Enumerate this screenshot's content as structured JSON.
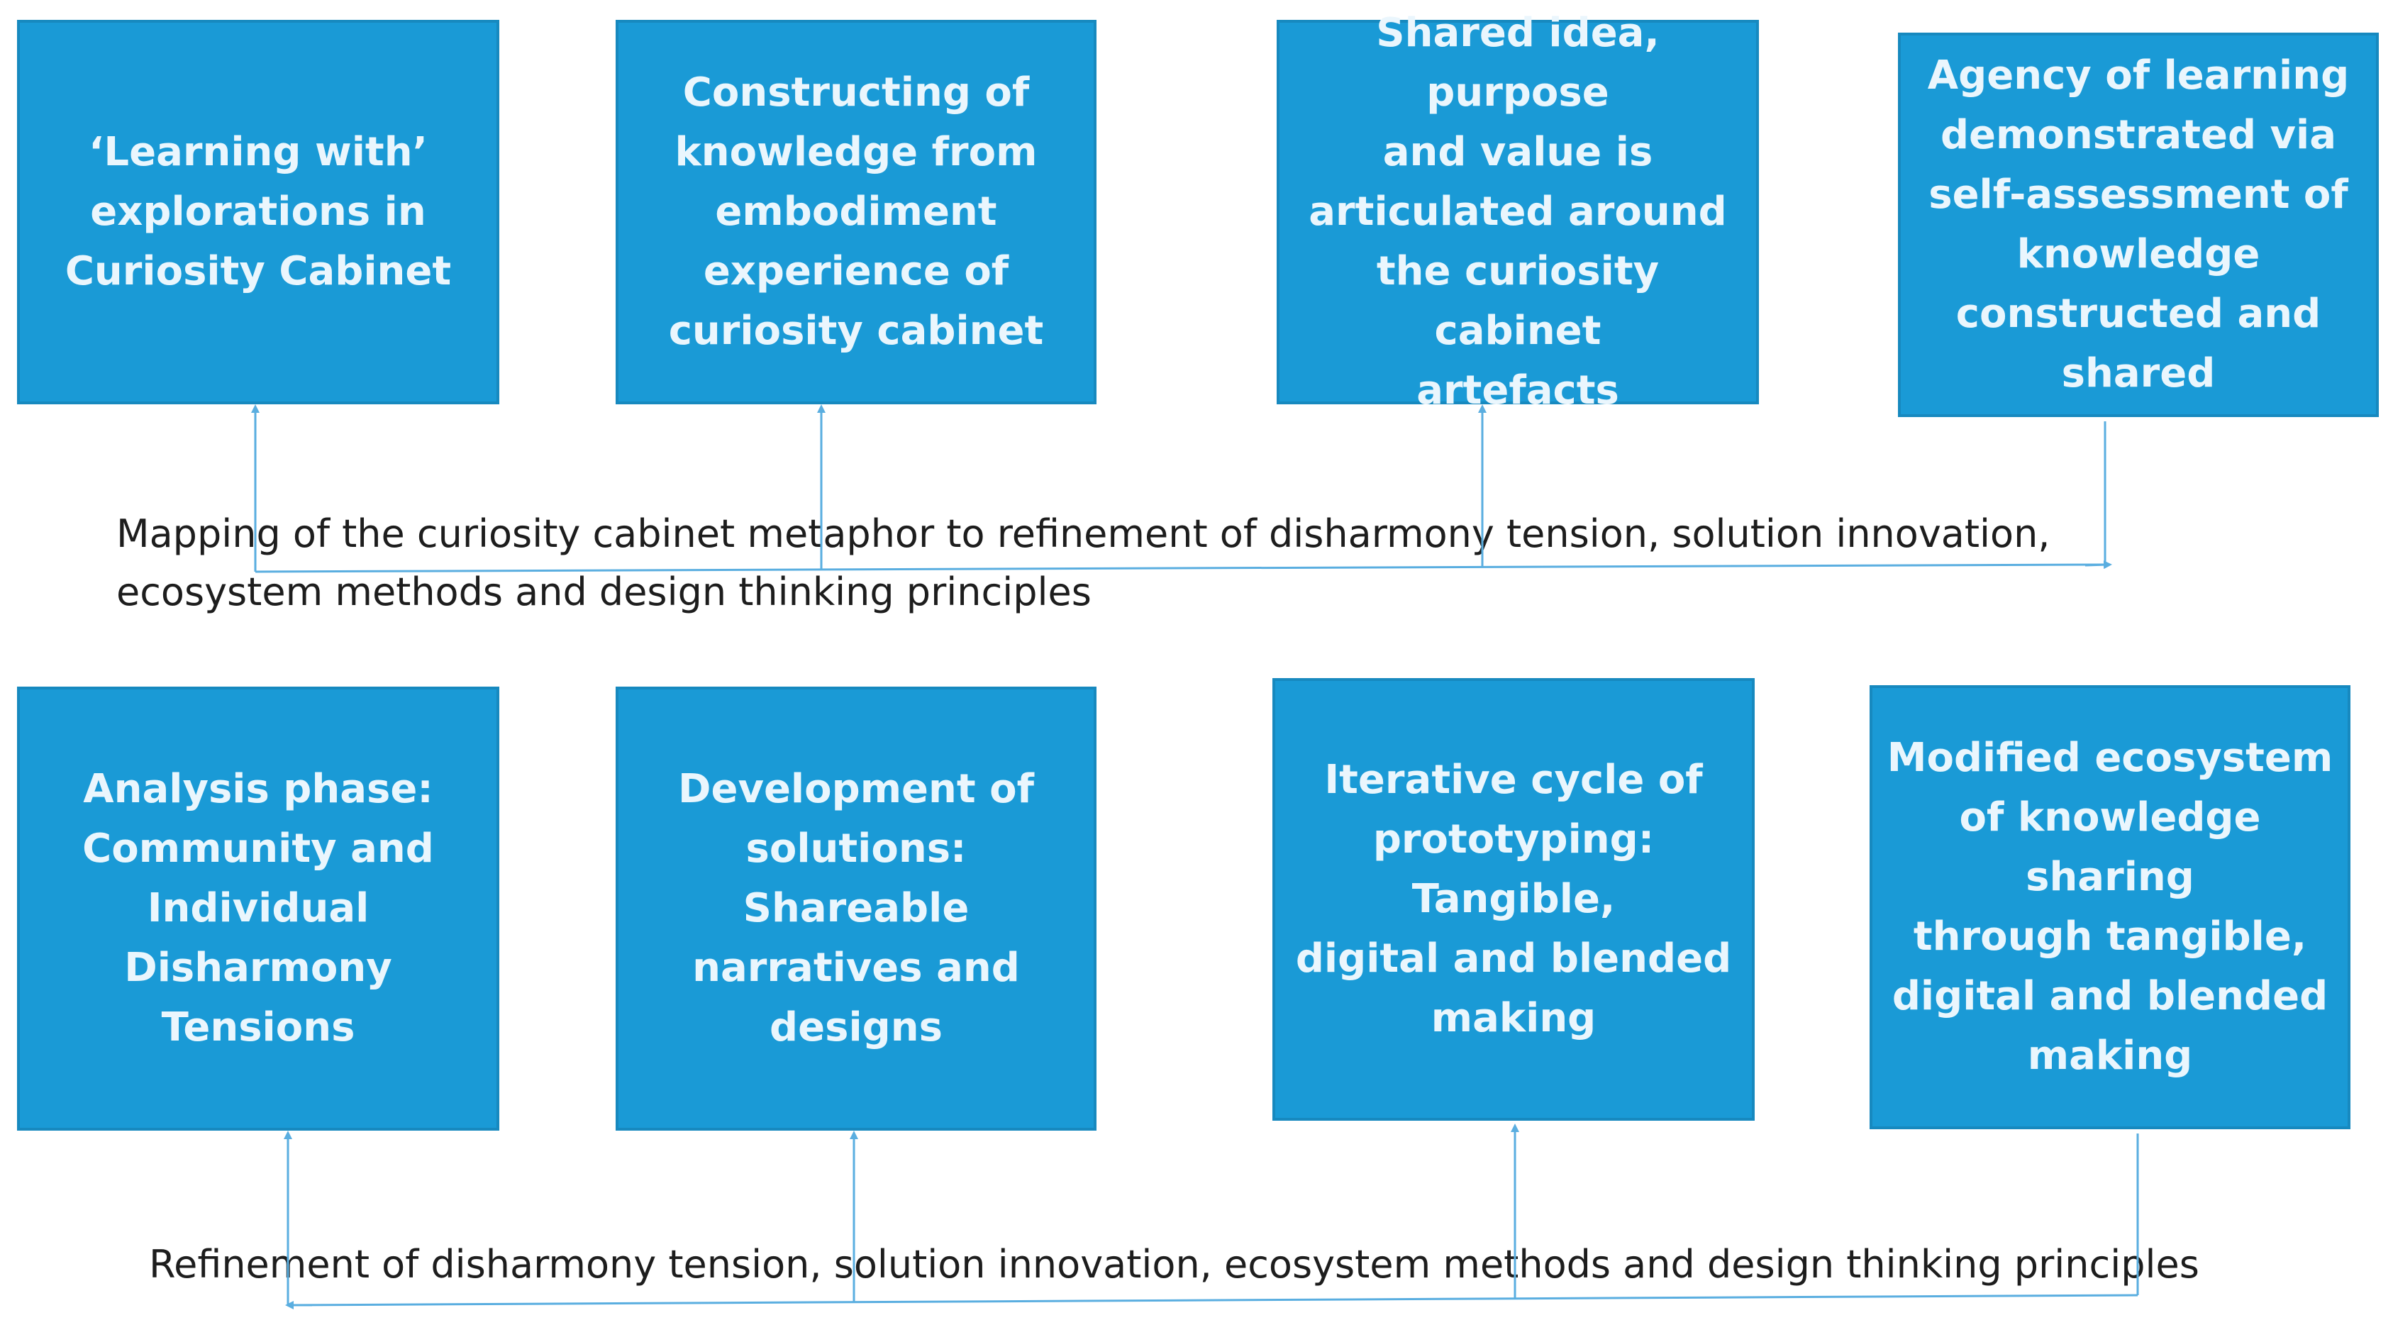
{
  "top_row": [
    {
      "text": "‘Learning with’\nexplorations in\nCuriosity Cabinet"
    },
    {
      "text": "Constructing of\nknowledge from\nembodiment\nexperience of\ncuriosity cabinet"
    },
    {
      "text": "Shared idea, purpose\nand value is\narticulated around\nthe curiosity cabinet\nartefacts"
    },
    {
      "text": "Agency of learning\ndemonstrated via\nself-assessment of\nknowledge\nconstructed and\nshared"
    }
  ],
  "top_caption": {
    "line1": "Mapping of the curiosity cabinet metaphor to refinement of disharmony tension, solution innovation,",
    "line2": "ecosystem methods and design thinking principles"
  },
  "bottom_row": [
    {
      "text": "Analysis phase:\nCommunity and\nIndividual\nDisharmony  Tensions"
    },
    {
      "text": "Development of\nsolutions: Shareable\nnarratives and\ndesigns"
    },
    {
      "text": "Iterative cycle of\nprototyping: Tangible,\ndigital and blended\nmaking"
    },
    {
      "text": "Modified ecosystem\nof knowledge sharing\nthrough tangible,\ndigital and blended\nmaking"
    }
  ],
  "bottom_caption": {
    "line1": "Refinement of disharmony tension, solution innovation, ecosystem methods and design thinking principles"
  },
  "colors": {
    "box_fill": "#1a9ad6",
    "box_text": "#eaf6fd",
    "connector": "#5aaee0",
    "caption_text": "#1d1d1d"
  }
}
